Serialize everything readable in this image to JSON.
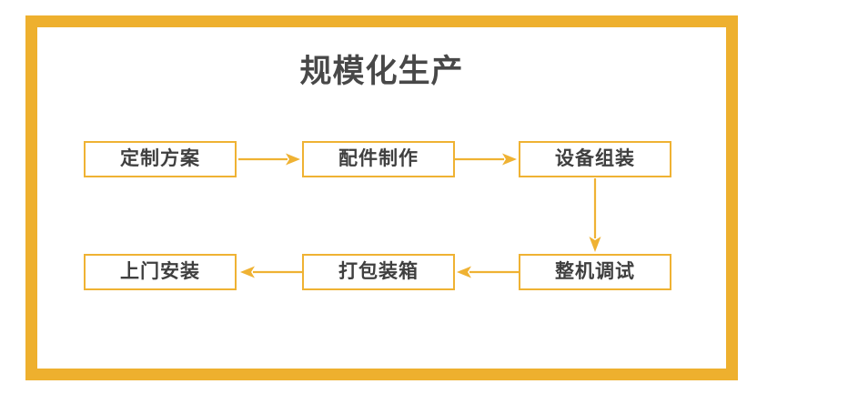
{
  "page": {
    "title": "规模化生产",
    "frame_color": "#eeb02e",
    "box_border_color": "#efb233",
    "arrow_color": "#efb233",
    "text_color": "#3f3f3f",
    "title_color": "#484848",
    "background": "#ffffff"
  },
  "flow": {
    "rows": [
      {
        "direction": "left-to-right",
        "steps": [
          {
            "label": "定制方案"
          },
          {
            "label": "配件制作"
          },
          {
            "label": "设备组装"
          }
        ]
      },
      {
        "direction": "right-to-left",
        "steps": [
          {
            "label": "上门安装"
          },
          {
            "label": "打包装箱"
          },
          {
            "label": "整机调试"
          }
        ]
      }
    ],
    "connectors": [
      {
        "name": "arrow-right-1",
        "from": "定制方案",
        "to": "配件制作",
        "direction": "right"
      },
      {
        "name": "arrow-right-2",
        "from": "配件制作",
        "to": "设备组装",
        "direction": "right"
      },
      {
        "name": "arrow-down-1",
        "from": "设备组装",
        "to": "整机调试",
        "direction": "down"
      },
      {
        "name": "arrow-left-1",
        "from": "整机调试",
        "to": "打包装箱",
        "direction": "left"
      },
      {
        "name": "arrow-left-2",
        "from": "打包装箱",
        "to": "上门安装",
        "direction": "left"
      }
    ]
  }
}
